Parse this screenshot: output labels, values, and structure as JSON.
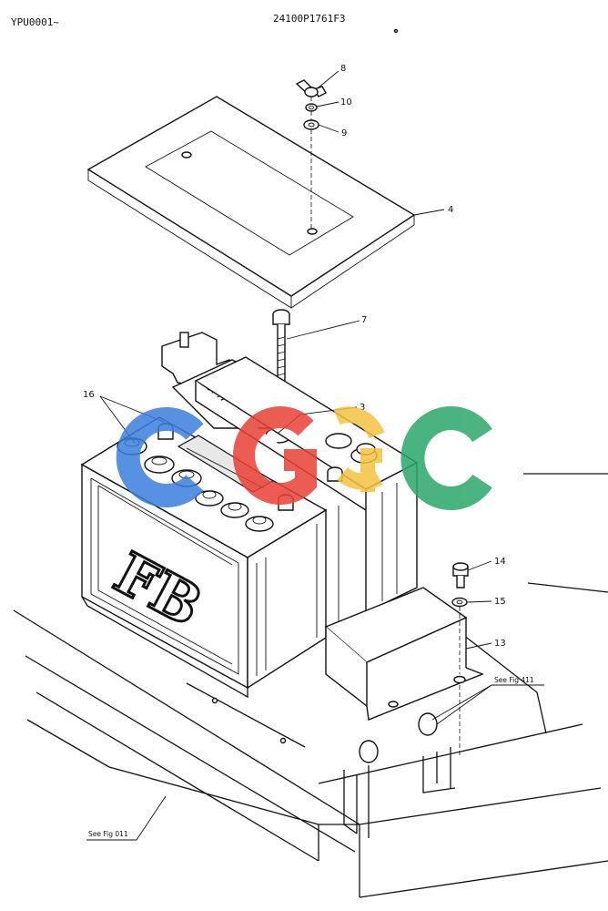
{
  "header": {
    "serial": "YPU0001~",
    "figure_code": "24100P1761F3"
  },
  "callouts": [
    {
      "id": "8",
      "label": "8"
    },
    {
      "id": "10",
      "label": "10"
    },
    {
      "id": "9",
      "label": "9"
    },
    {
      "id": "4",
      "label": "4"
    },
    {
      "id": "7",
      "label": "7"
    },
    {
      "id": "3",
      "label": "3"
    },
    {
      "id": "16",
      "label": "16"
    },
    {
      "id": "14",
      "label": "14"
    },
    {
      "id": "15",
      "label": "15"
    },
    {
      "id": "13",
      "label": "13"
    }
  ],
  "references": {
    "fig411": "See Fig 411",
    "fig011": "See Fig 011"
  },
  "battery": {
    "brand_mark": "FB"
  },
  "watermark": {
    "letters": "CGGC",
    "colors": [
      "#3b7dde",
      "#e84035",
      "#f5c242",
      "#2aa86a"
    ]
  },
  "colors": {
    "line": "#111111",
    "background": "#ffffff"
  }
}
